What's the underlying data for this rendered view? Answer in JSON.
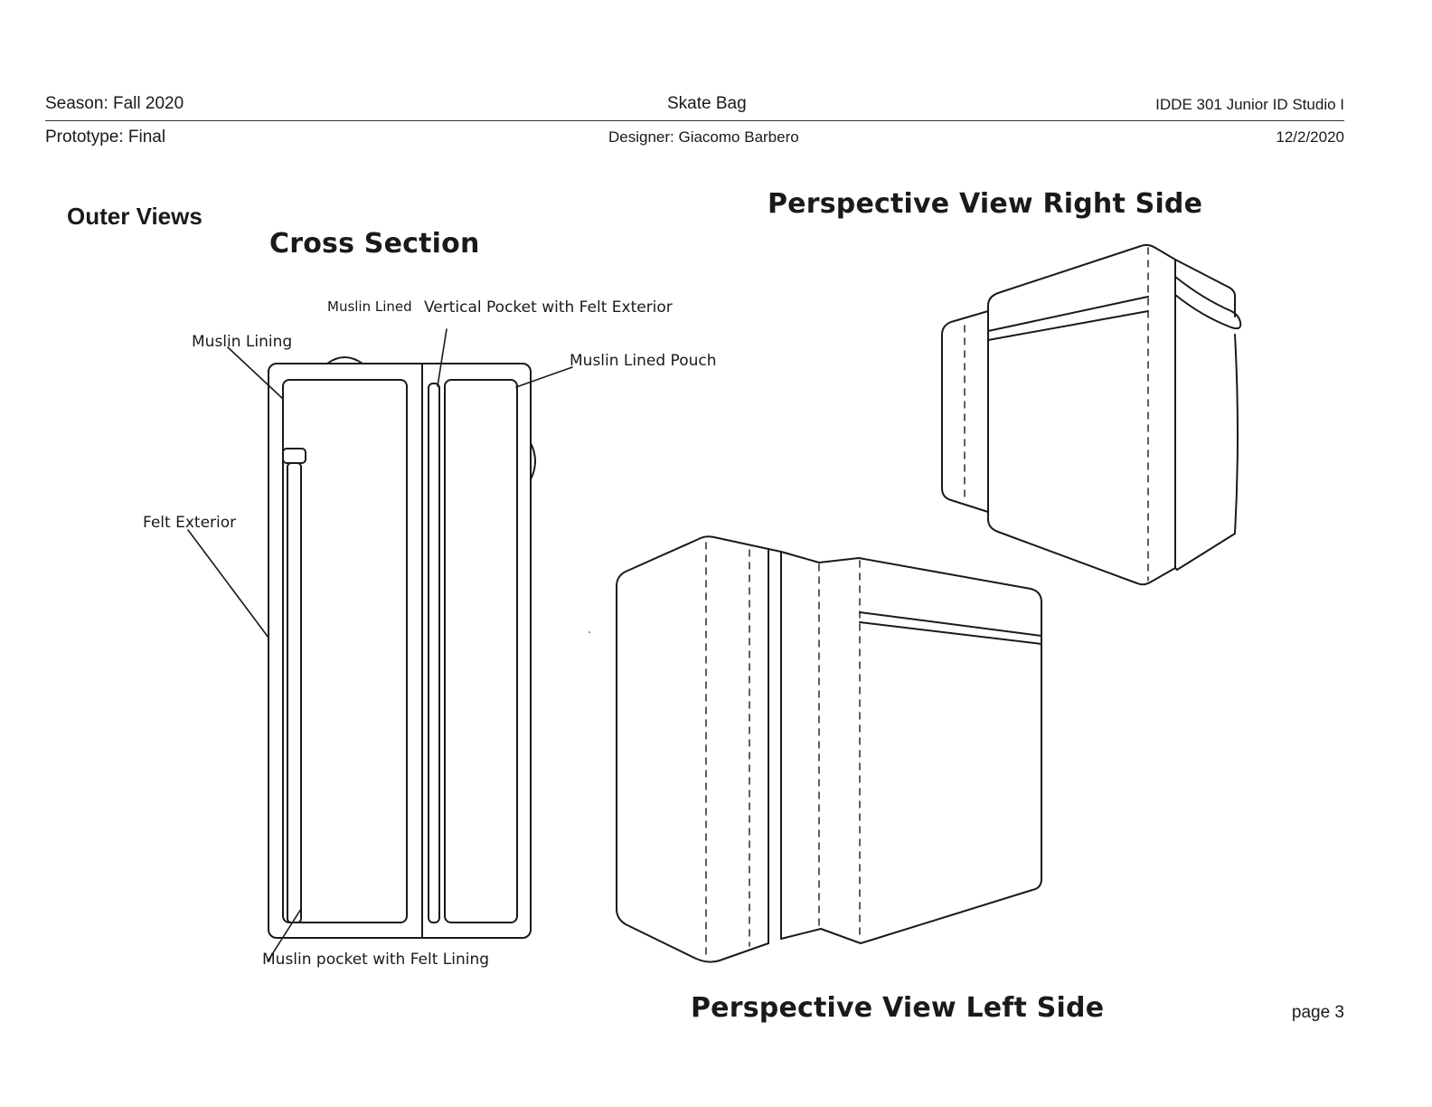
{
  "header": {
    "season": "Season: Fall 2020",
    "project": "Skate Bag",
    "course": "IDDE 301 Junior ID Studio I",
    "prototype": "Prototype: Final",
    "designer": "Designer: Giacomo Barbero",
    "date": "12/2/2020"
  },
  "sections": {
    "outer_views": "Outer Views",
    "cross_section": "Cross Section",
    "perspective_right": "Perspective View Right Side",
    "perspective_left": "Perspective View Left Side"
  },
  "callouts": {
    "muslin_lined_prefix": "Muslin Lined",
    "vertical_pocket": "Vertical Pocket with Felt Exterior",
    "muslin_lining": "Muslin Lining",
    "muslin_lined_pouch": "Muslin Lined Pouch",
    "felt_exterior": "Felt Exterior",
    "muslin_pocket": "Muslin pocket with Felt Lining"
  },
  "footer": {
    "page": "page 3"
  }
}
